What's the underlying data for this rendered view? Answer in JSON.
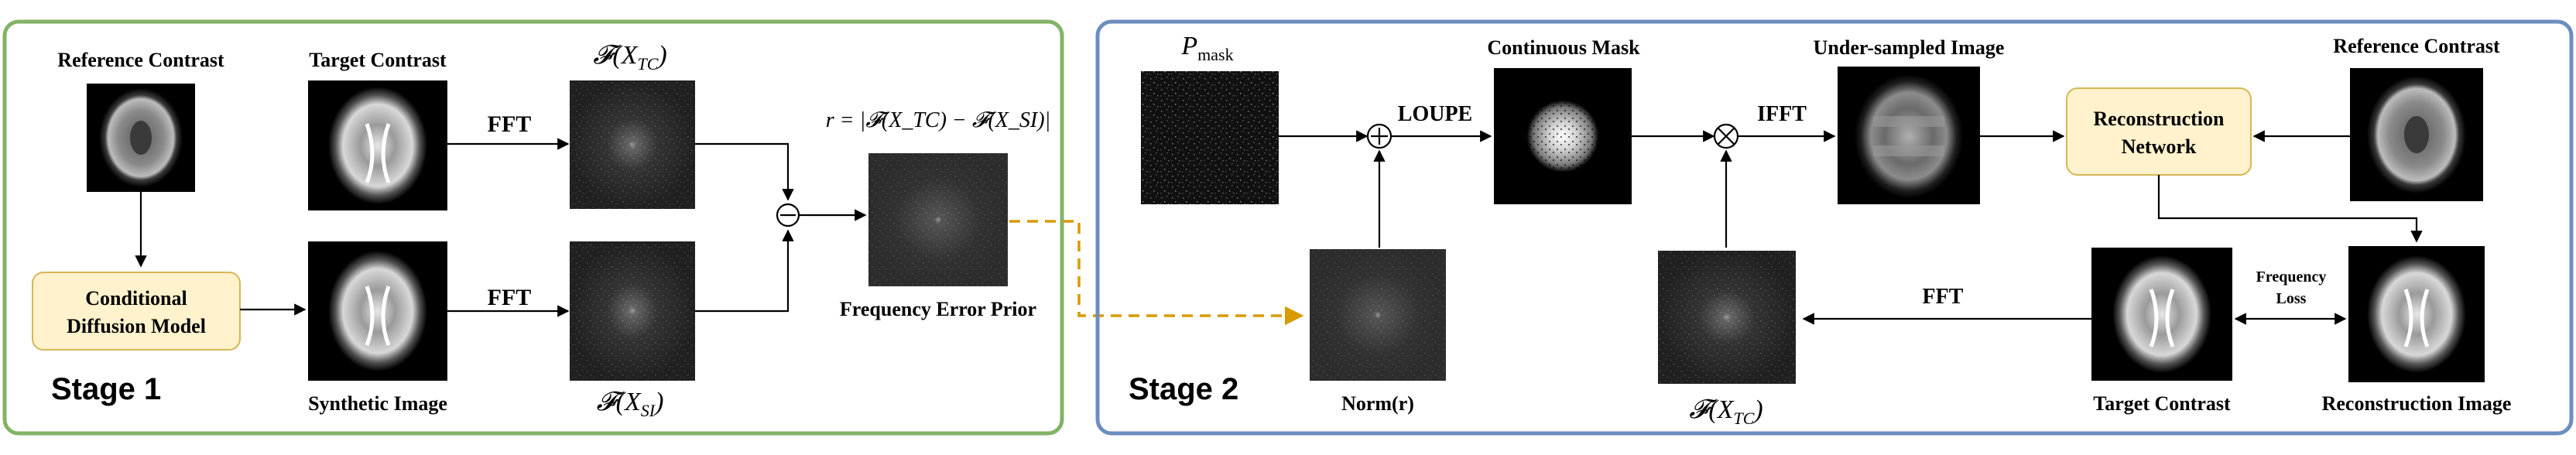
{
  "stage1": {
    "title": "Stage 1",
    "reference_contrast": "Reference Contrast",
    "target_contrast": "Target Contrast",
    "fft_top": "FFT",
    "fft_bottom": "FFT",
    "diffusion_line1": "Conditional",
    "diffusion_line2": "Diffusion Model",
    "synthetic_image": "Synthetic Image",
    "f_tc": "𝓕(X",
    "f_tc_sub": "TC",
    "f_si": "𝓕(X",
    "f_si_sub": "SI",
    "error_formula": "r = |𝓕(X_TC) − 𝓕(X_SI)|",
    "frequency_error_prior": "Frequency Error Prior"
  },
  "stage2": {
    "title": "Stage 2",
    "p_mask": "P",
    "p_mask_sub": "mask",
    "loupe": "LOUPE",
    "continuous_mask": "Continuous Mask",
    "ifft": "IFFT",
    "undersampled_image": "Under-sampled Image",
    "reference_contrast": "Reference Contrast",
    "recon_net_line1": "Reconstruction",
    "recon_net_line2": "Network",
    "norm_r": "Norm(r)",
    "fft": "FFT",
    "f_tc": "𝓕(X",
    "f_tc_sub": "TC",
    "target_contrast": "Target Contrast",
    "frequency_loss_line1": "Frequency",
    "frequency_loss_line2": "Loss",
    "reconstruction_image": "Reconstruction Image"
  },
  "colors": {
    "stage1_border": "#82b366",
    "stage2_border": "#6c8ebf",
    "box_fill": "#fff2cc",
    "box_border": "#d6b656",
    "prior_arrow": "#d79b00"
  }
}
